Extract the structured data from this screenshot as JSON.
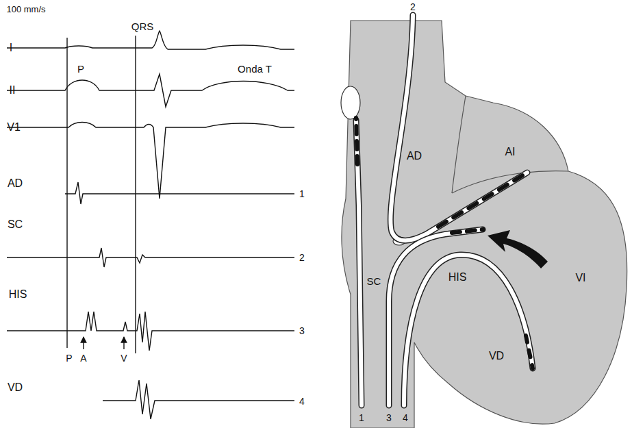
{
  "diagram": {
    "labels": [
      "100 mm/s",
      "I",
      "QRS",
      "II",
      "P",
      "Onda T",
      "V1",
      "AD",
      "1",
      "SC",
      "2",
      "HIS",
      "3",
      "P",
      "A",
      "V",
      "VD",
      "4",
      "2",
      "AD",
      "AI",
      "SC",
      "HIS",
      "VI",
      "VD",
      "1",
      "3",
      "4"
    ]
  }
}
